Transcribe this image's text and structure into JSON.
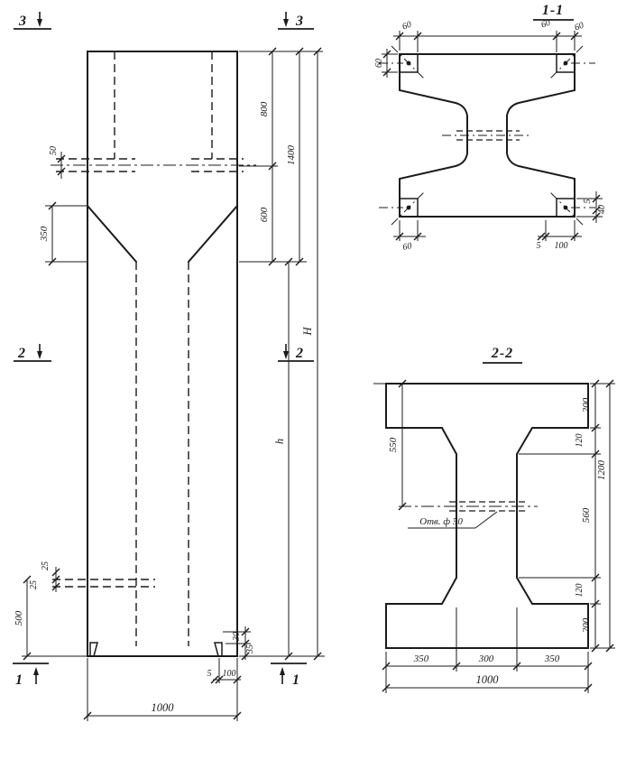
{
  "style": {
    "paper": "#ffffff",
    "ink": "#1b1b1b"
  },
  "elevation": {
    "marks": {
      "s3": "3",
      "s2": "2",
      "s1": "1"
    },
    "dims": {
      "d50": "50",
      "d350": "350",
      "d800": "800",
      "d1400": "1400",
      "d600": "600",
      "dH": "H",
      "dh": "h",
      "d25a": "25",
      "d25b": "25",
      "d500": "500",
      "d30": "30",
      "d35": "35",
      "d5": "5",
      "d100": "100",
      "d1000": "1000"
    }
  },
  "section1": {
    "title": "1-1",
    "dims": {
      "t60a": "60",
      "t60b": "60",
      "t60c": "60",
      "t60d": "60",
      "b60": "60",
      "b5": "5",
      "b100": "100",
      "r5": "5",
      "r40": "40"
    }
  },
  "section2": {
    "title": "2-2",
    "dims": {
      "l550": "550",
      "r200t": "200",
      "r120t": "120",
      "r560": "560",
      "r120b": "120",
      "r200b": "200",
      "r1200": "1200",
      "hole": "Отв. ф 50",
      "b350a": "350",
      "b300": "300",
      "b350b": "350",
      "b1000": "1000"
    }
  }
}
